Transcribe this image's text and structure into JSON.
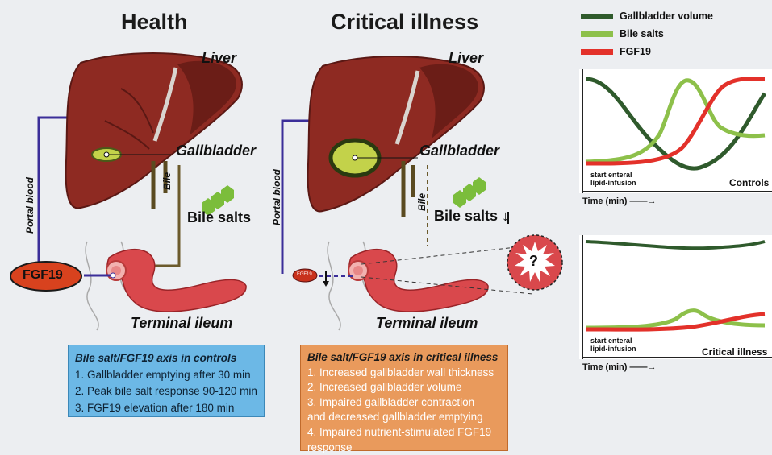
{
  "titles": {
    "health": "Health",
    "critical": "Critical illness"
  },
  "labels": {
    "liver": "Liver",
    "gallbladder": "Gallbladder",
    "bile": "Bile",
    "bile_salts": "Bile salts",
    "bile_salts_down": "Bile salts ↓",
    "portal_blood": "Portal blood",
    "fgf19": "FGF19",
    "fgf19_small": "FGF19",
    "terminal_ileum": "Terminal ileum",
    "question": "?"
  },
  "legend": [
    {
      "label": "Gallbladder volume",
      "color": "#2f5a2c"
    },
    {
      "label": "Bile salts",
      "color": "#8dc04a"
    },
    {
      "label": "FGF19",
      "color": "#e3312a"
    }
  ],
  "charts": {
    "controls": {
      "label": "Controls",
      "start_line1": "start enteral",
      "start_line2": "lipid-infusion",
      "xlabel": "Time (min) ——→"
    },
    "critical": {
      "label": "Critical illness",
      "start_line1": "start enteral",
      "start_line2": "lipid-infusion",
      "xlabel": "Time (min) ——→"
    }
  },
  "boxes": {
    "controls": {
      "title": "Bile salt/FGF19 axis in controls",
      "items": [
        "1. Gallbladder emptying after 30 min",
        "2. Peak bile salt response 90-120 min",
        "3. FGF19 elevation after 180 min"
      ]
    },
    "critical": {
      "title": "Bile salt/FGF19 axis in critical illness",
      "items": [
        "1. Increased gallbladder wall thickness",
        "2. Increased gallbladder volume",
        "3. Impaired gallbladder contraction",
        "and decreased gallbladder emptying",
        "4. Impaired nutrient-stimulated FGF19",
        "response"
      ]
    }
  },
  "colors": {
    "liver": "#8e2a22",
    "liver_dark": "#5a1814",
    "gallbladder": "#c3d24a",
    "ileum": "#d9484c",
    "portal": "#3b2e99",
    "bile_duct": "#6b5a2c",
    "fgf19": "#d8421e"
  }
}
